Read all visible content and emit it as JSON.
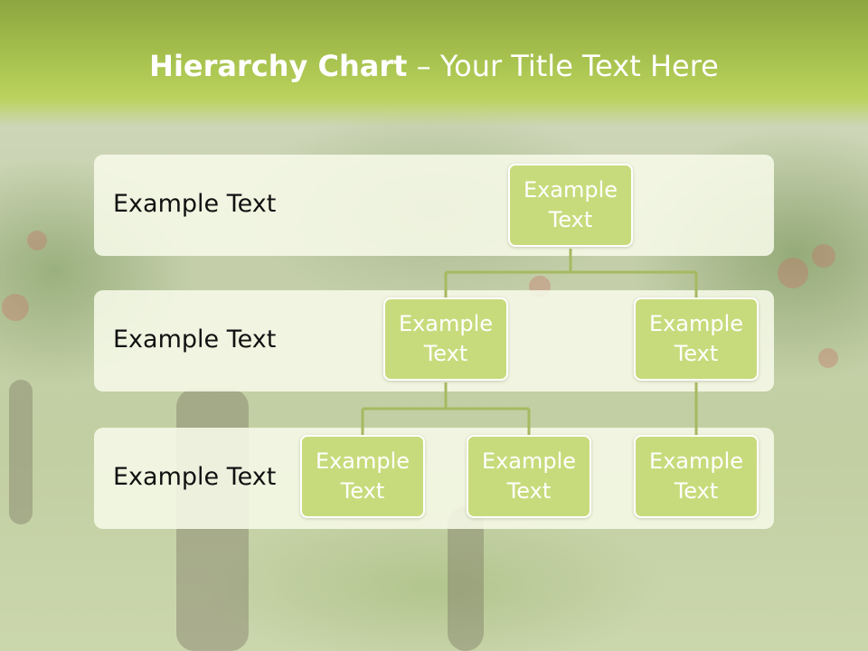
{
  "title": {
    "bold": "Hierarchy Chart",
    "rest": " – Your Title Text Here"
  },
  "bands": [
    {
      "label": "Example Text"
    },
    {
      "label": "Example Text"
    },
    {
      "label": "Example Text"
    }
  ],
  "nodes": [
    {
      "line1": "Example",
      "line2": "Text"
    },
    {
      "line1": "Example",
      "line2": "Text"
    },
    {
      "line1": "Example",
      "line2": "Text"
    },
    {
      "line1": "Example",
      "line2": "Text"
    },
    {
      "line1": "Example",
      "line2": "Text"
    },
    {
      "line1": "Example",
      "line2": "Text"
    }
  ],
  "colors": {
    "header": "#a9c450",
    "node_fill": "#c8db7c",
    "connector": "#a7b961",
    "band_fill": "#f6f9e8"
  }
}
